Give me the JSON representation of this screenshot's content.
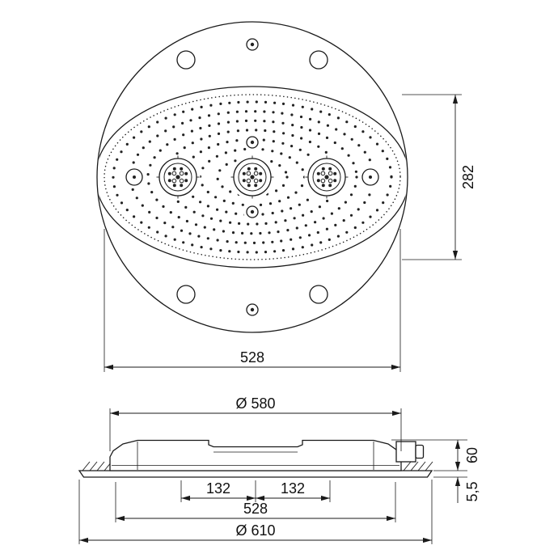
{
  "top_view": {
    "width_label": "528",
    "height_label": "282"
  },
  "side_view": {
    "diameter_label": "Ø 580",
    "height_label": "60",
    "plate_thickness_label": "5,5",
    "spacing_left_label": "132",
    "spacing_right_label": "132",
    "width_label": "528",
    "plate_diameter_label": "Ø 610"
  },
  "colors": {
    "line": "#1a1a1a",
    "background": "#ffffff"
  }
}
